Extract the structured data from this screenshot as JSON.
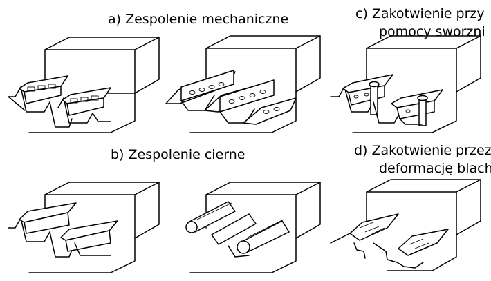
{
  "labels": {
    "a": "a) Zespolenie mechaniczne",
    "b": "b) Zespolenie cierne",
    "c_line1": "c) Zakotwienie przy",
    "c_line2": "pomocy sworzni",
    "d_line1": "d) Zakotwienie przez",
    "d_line2": "deformację blach"
  }
}
